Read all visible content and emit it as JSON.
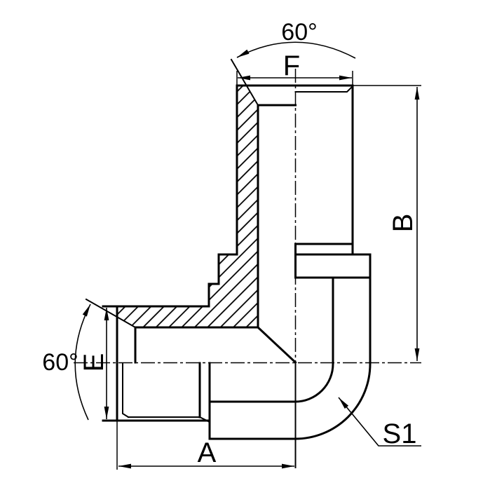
{
  "drawing": {
    "type": "technical-drawing",
    "description": "90 degree elbow fitting, half-section view with hatching",
    "background": "#ffffff",
    "line_color": "#000000",
    "labels": {
      "top_angle": "60°",
      "left_angle": "60°",
      "dim_top_width": "F",
      "dim_right_height": "B",
      "dim_left_height": "E",
      "dim_bottom_width": "A",
      "wrench_size": "S1"
    }
  }
}
